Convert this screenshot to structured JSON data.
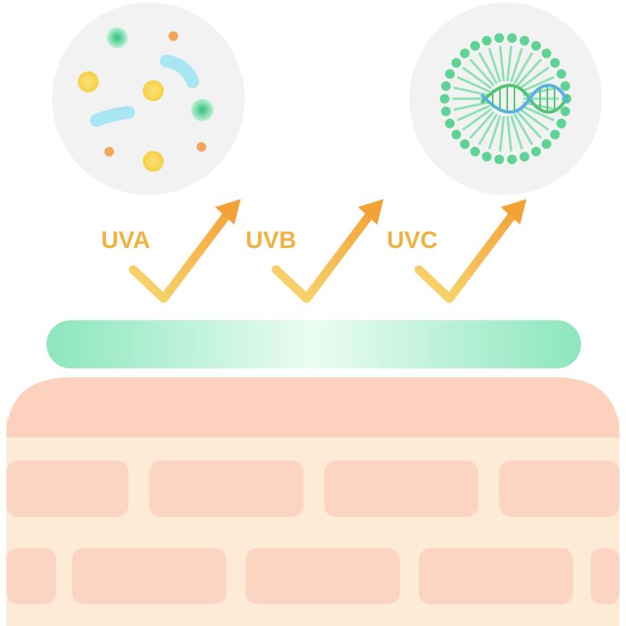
{
  "labels": {
    "uva": "UVA",
    "uvb": "UVB",
    "uvc": "UVC"
  },
  "colors": {
    "label": "#f1b140",
    "arrow_light": "#f8d46a",
    "arrow_dark": "#f4a63a",
    "circle_bg": "#f3f3f3",
    "film_edge": "#8ee8c0",
    "film_center": "#e2fbef",
    "skin_top": "#fcd2be",
    "skin_base": "#fdebd8",
    "skin_cell": "#fcd4c2",
    "particle_yellow": "#f9d75a",
    "particle_green": "#3fcc8a",
    "particle_orange": "#f4a55c",
    "bacteria_blue": "#a8e6f4",
    "spike_green": "#5fd396",
    "dna_green": "#52c476",
    "dna_blue": "#5aaee8"
  },
  "icons": {
    "left_circle": "microbes-icon",
    "right_circle": "virus-dna-icon",
    "arrow": "checkmark-arrow-icon"
  }
}
